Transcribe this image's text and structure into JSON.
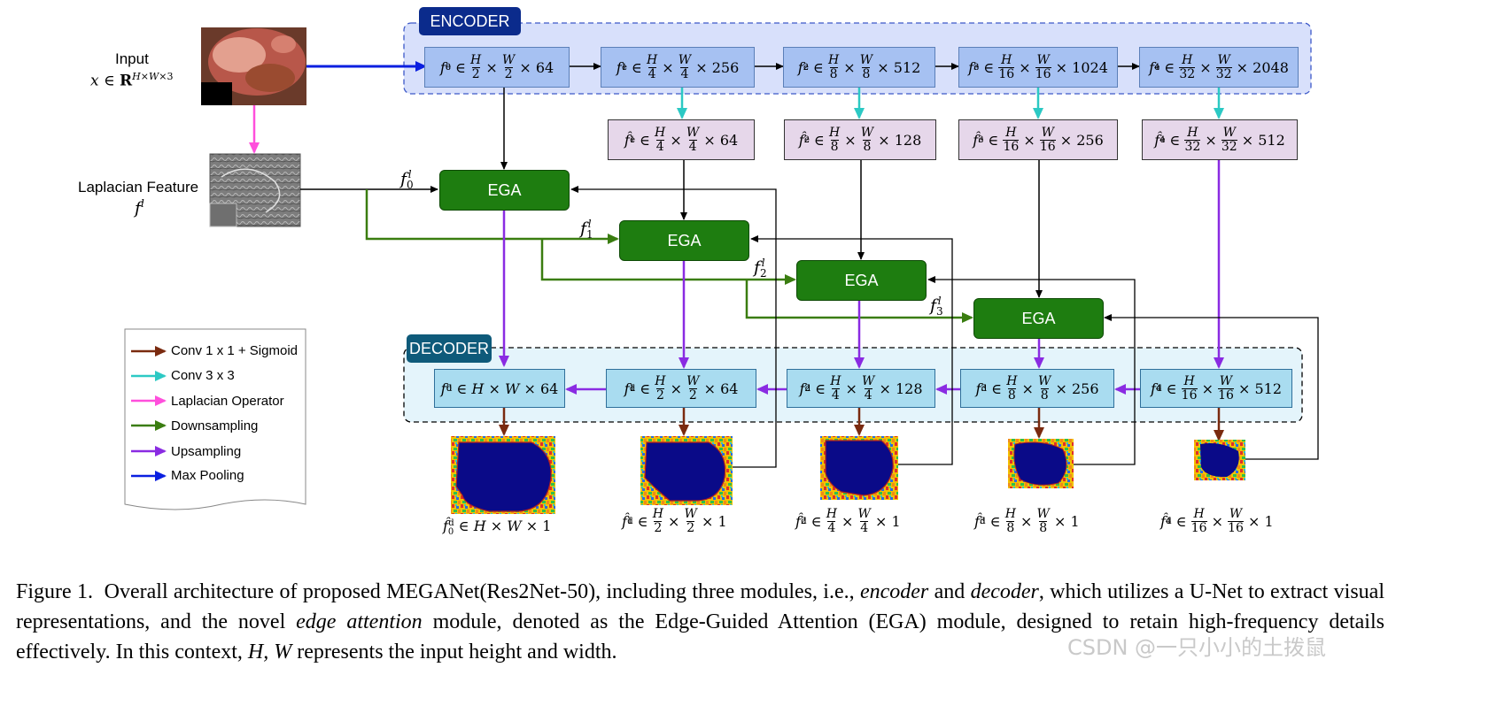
{
  "input": {
    "title": "Input",
    "formula": "x ∈ R^{H×W×3}"
  },
  "laplacian": {
    "title": "Laplacian Feature",
    "symbol": "f^l"
  },
  "encoder": {
    "tag": "ENCODER",
    "boxes": [
      "f0e ∈ H/2 × W/2 × 64",
      "f1e ∈ H/4 × W/4 × 256",
      "f2e ∈ H/8 × W/8 × 512",
      "f3e ∈ H/16 × W/16 × 1024",
      "f4e ∈ H/32 × W/32 × 2048"
    ]
  },
  "reduced": [
    "f̂1e ∈ H/4 × W/4 × 64",
    "f̂2e ∈ H/8 × W/8 × 128",
    "f̂3e ∈ H/16 × W/16 × 256",
    "f̂4e ∈ H/32 × W/32 × 512"
  ],
  "ega": {
    "label": "EGA",
    "inputs": [
      "f0l",
      "f1l",
      "f2l",
      "f3l"
    ]
  },
  "decoder": {
    "tag": "DECODER",
    "boxes": [
      "f0d ∈ H × W × 64",
      "f1d ∈ H/2 × W/2 × 64",
      "f2d ∈ H/4 × W/4 × 128",
      "f3d ∈ H/8 × W/8 × 256",
      "f4d ∈ H/16 × W/16 × 512"
    ]
  },
  "outputs": [
    "f̂0d ∈ H × W × 1",
    "f̂1d ∈ H/2 × W/2 × 1",
    "f̂2d ∈ H/4 × W/4 × 1",
    "f̂3d ∈ H/8 × W/8 × 1",
    "f̂4d ∈ H/16 × W/16 × 1"
  ],
  "legend": [
    {
      "label": "Conv 1 x 1 + Sigmoid",
      "color": "#7a2a0f"
    },
    {
      "label": "Conv 3 x 3",
      "color": "#2cc9c4"
    },
    {
      "label": "Laplacian Operator",
      "color": "#ff4fdc"
    },
    {
      "label": "Downsampling",
      "color": "#3a7d10"
    },
    {
      "label": "Upsampling",
      "color": "#8a2be2"
    },
    {
      "label": "Max Pooling",
      "color": "#0a1fe0"
    }
  ],
  "colors": {
    "encoder_bg": "#d8e0fb",
    "decoder_bg": "#e4f4fb",
    "encoder_tag": "#0b2b8c",
    "decoder_tag": "#0e5a7a",
    "ega": "#1e7d10"
  },
  "caption": {
    "label": "Figure 1.",
    "p1": "Overall architecture of proposed MEGANet(Res2Net-50), including three modules, i.e., ",
    "i1": "encoder",
    "p2": " and ",
    "i2": "decoder",
    "p3": ", which utilizes a U-Net to extract visual representations, and the novel ",
    "i3": "edge attention",
    "p4": " module, denoted as the Edge-Guided Attention (EGA) module, designed to retain high-frequency details effectively. In this context, ",
    "i4": "H, W",
    "p5": " represents the input height and width."
  },
  "watermark": "CSDN @一只小小的土拨鼠"
}
